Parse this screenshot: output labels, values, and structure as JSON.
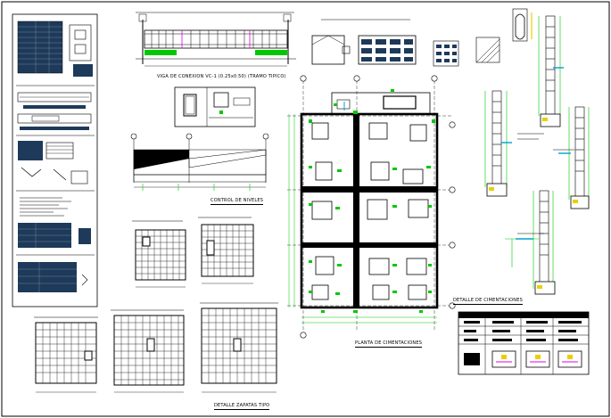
{
  "sheet": {
    "title_beam": "VIGA DE CONEXION VC-1   (0.25x0.50)  (TRAMO TIPICO)",
    "title_levels": "CONTROL DE NIVELES",
    "title_plan": "PLANTA DE CIMENTACIONES",
    "title_foundations": "DETALLE DE CIMENTACIONES",
    "title_footings": "DETALLE ZAPATAS TIPO"
  },
  "colors": {
    "line": "#000000",
    "green": "#00c800",
    "cyan": "#00a0d0",
    "magenta": "#e000e0",
    "yellow": "#e8d000",
    "fill": "#1e3a5a"
  }
}
